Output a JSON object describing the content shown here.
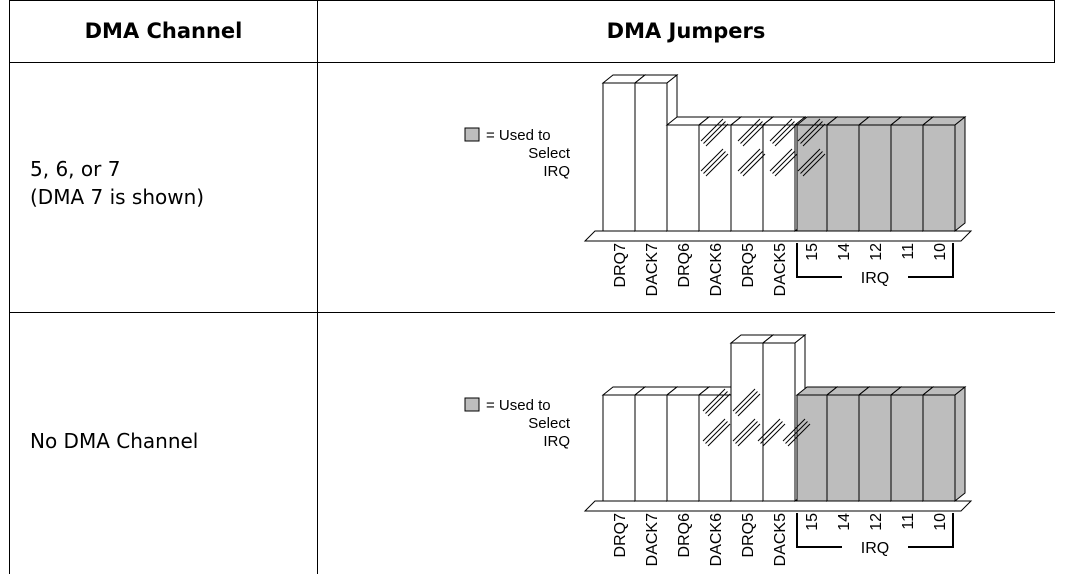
{
  "table": {
    "headers": [
      "DMA Channel",
      "DMA Jumpers"
    ],
    "rows": [
      {
        "channel_line1": "5, 6, or 7",
        "channel_line2": "(DMA 7 is shown)"
      },
      {
        "channel_line1": "No DMA Channel",
        "channel_line2": ""
      }
    ]
  },
  "diagram": {
    "legend": [
      "= Used to",
      "Select",
      "IRQ"
    ],
    "dma_pins": [
      "DRQ7",
      "DACK7",
      "DRQ6",
      "DACK6",
      "DRQ5",
      "DACK5"
    ],
    "irq_pins": [
      "15",
      "14",
      "12",
      "11",
      "10"
    ],
    "irq_group_label": "IRQ",
    "colors": {
      "shaded": "#bdbdbd",
      "line": "#000000",
      "background": "#ffffff"
    }
  }
}
